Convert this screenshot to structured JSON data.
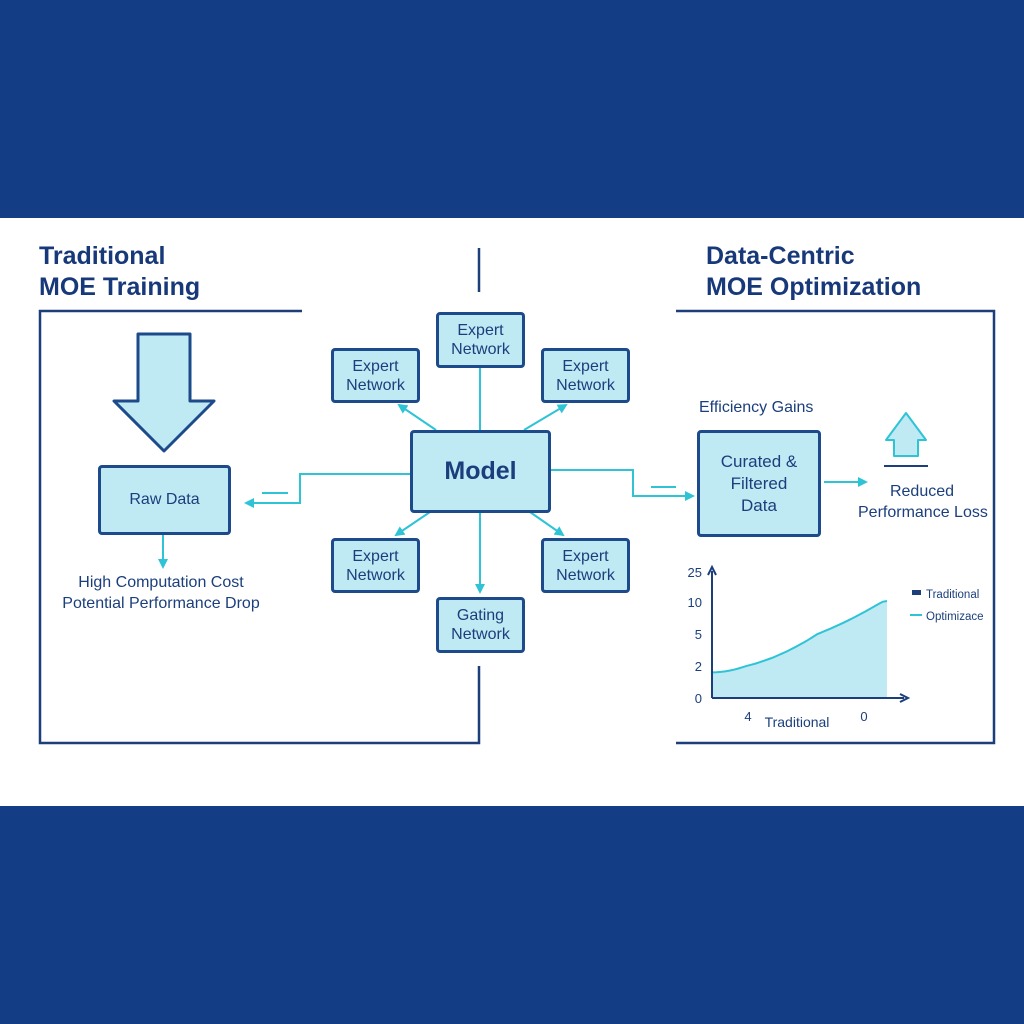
{
  "left": {
    "title_line1": "Traditional",
    "title_line2": "MOE Training",
    "raw_data": "Raw Data",
    "note_line1": "High Computation Cost",
    "note_line2": "Potential Performance Drop"
  },
  "center": {
    "model": "Model",
    "expert_top": [
      "Expert",
      "Network"
    ],
    "expert_upper_left": [
      "Expert",
      "Network"
    ],
    "expert_upper_right": [
      "Expert",
      "Network"
    ],
    "expert_lower_left": [
      "Expert",
      "Network"
    ],
    "expert_lower_right": [
      "Expert",
      "Network"
    ],
    "gating": [
      "Gating",
      "Network"
    ]
  },
  "right": {
    "title_line1": "Data-Centric",
    "title_line2": "MOE Optimization",
    "efficiency": "Efficiency Gains",
    "curated": [
      "Curated &",
      "Filtered",
      "Data"
    ],
    "reduced_line1": "Reduced",
    "reduced_line2": "Performance Loss"
  },
  "colors": {
    "background": "#133e86",
    "panel": "#ffffff",
    "box_fill": "#bfe9f3",
    "box_border": "#1c4a8a",
    "arrow": "#2ec4d6",
    "text": "#1b3f7c"
  },
  "chart_data": {
    "type": "area",
    "y_tick_labels": [
      "25",
      "10",
      "5",
      "2",
      "0"
    ],
    "x_tick_labels": [
      "4",
      "0"
    ],
    "xlabel": "Traditional",
    "ylabel": "",
    "legend": [
      "Traditional",
      "Optimiᴢace"
    ],
    "legend_position": "top-right",
    "series": [
      {
        "name": "Optimiᴢace",
        "y_start": 1.6,
        "y_end": 10.5,
        "shape": "increasing convex curve, shaded"
      }
    ],
    "grid": false
  }
}
